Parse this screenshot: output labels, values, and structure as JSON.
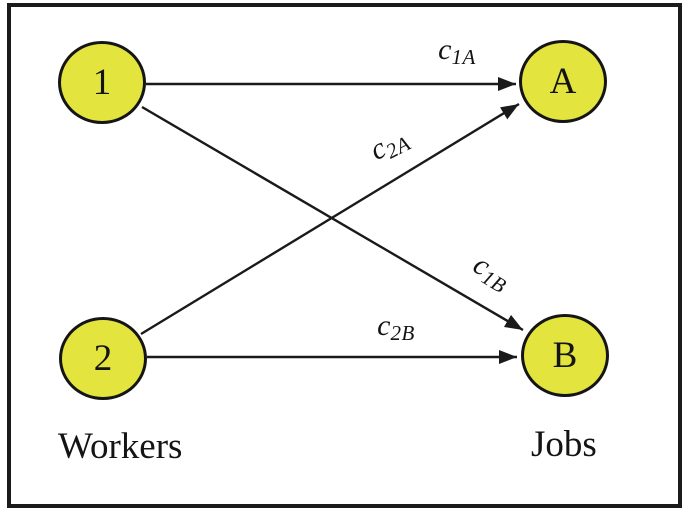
{
  "diagram": {
    "type": "bipartite-assignment-graph",
    "nodes": [
      {
        "id": "worker-1",
        "label": "1",
        "group": "Workers"
      },
      {
        "id": "job-A",
        "label": "A",
        "group": "Jobs"
      },
      {
        "id": "worker-2",
        "label": "2",
        "group": "Workers"
      },
      {
        "id": "job-B",
        "label": "B",
        "group": "Jobs"
      }
    ],
    "edges": [
      {
        "id": "edge-1A",
        "from": "1",
        "to": "A",
        "cost_main": "c",
        "cost_sub": "1A"
      },
      {
        "id": "edge-2A",
        "from": "2",
        "to": "A",
        "cost_main": "c",
        "cost_sub": "2A"
      },
      {
        "id": "edge-1B",
        "from": "1",
        "to": "B",
        "cost_main": "c",
        "cost_sub": "1B"
      },
      {
        "id": "edge-2B",
        "from": "2",
        "to": "B",
        "cost_main": "c",
        "cost_sub": "2B"
      }
    ],
    "captions": {
      "workers": "Workers",
      "jobs": "Jobs"
    },
    "colors": {
      "node_fill": "#e3e43e",
      "node_stroke": "#151515",
      "edge_stroke": "#1a1a1a",
      "frame_border": "#1b1b1b",
      "background": "#ffffff",
      "text": "#141414"
    }
  }
}
